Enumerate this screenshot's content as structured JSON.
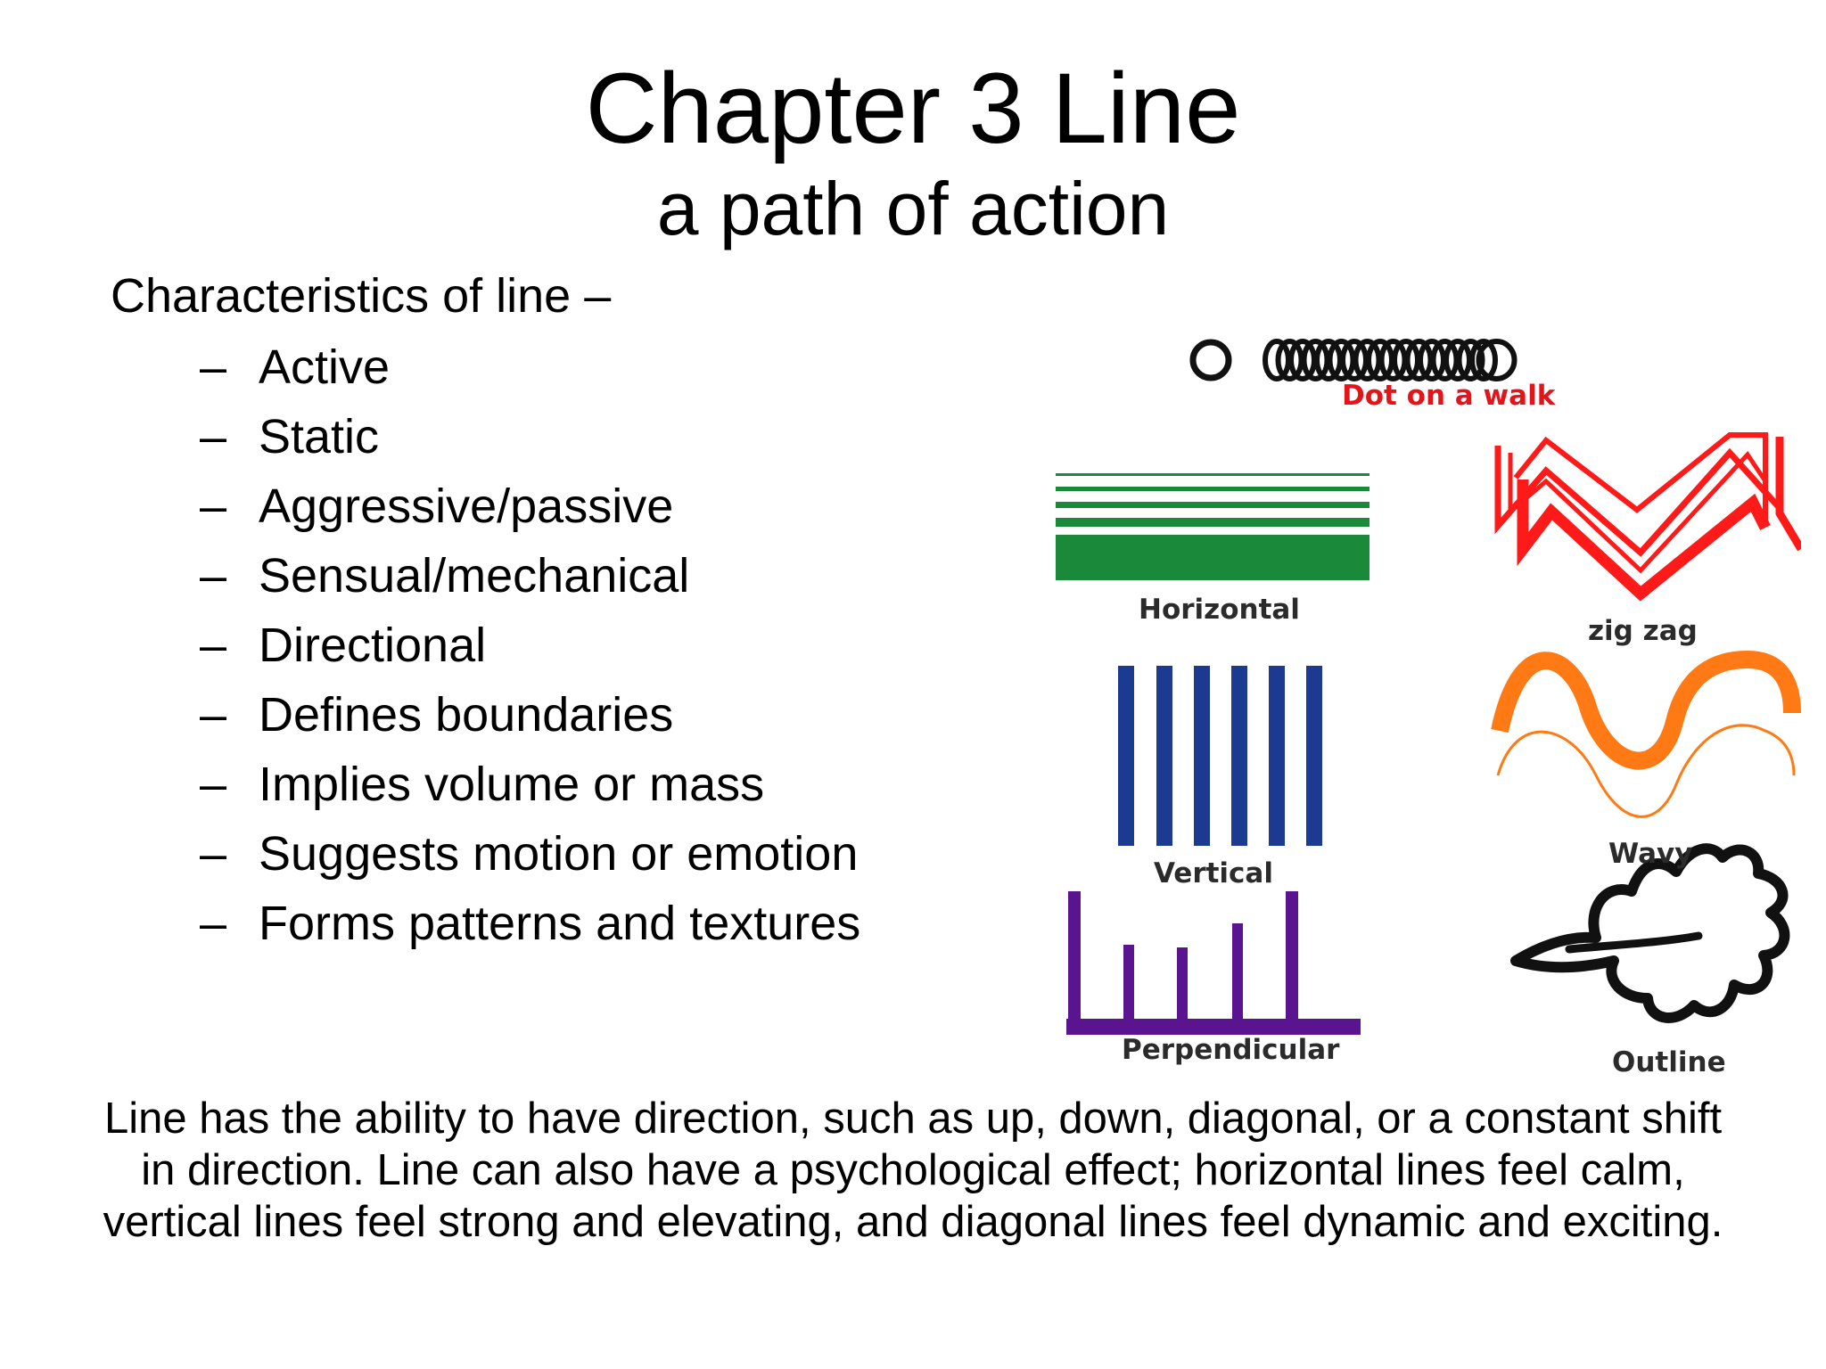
{
  "slide": {
    "title": "Chapter 3 Line",
    "subtitle": "a path of action",
    "intro": "Characteristics of line –",
    "bullet_marker": "–",
    "bullets": [
      "Active",
      "Static",
      "Aggressive/passive",
      "Sensual/mechanical",
      "Directional",
      "Defines boundaries",
      "Implies volume or mass",
      "Suggests motion or emotion",
      "Forms patterns and textures"
    ],
    "footer": "Line has the ability to have direction, such as up, down, diagonal, or a constant shift in direction.  Line can also have a psychological effect; horizontal lines feel calm, vertical lines feel strong and elevating, and diagonal lines feel dynamic and exciting."
  },
  "figure": {
    "labels": {
      "dot": "Dot on a walk",
      "horizontal": "Horizontal",
      "zigzag": "zig zag",
      "vertical": "Vertical",
      "wavy": "Wavy",
      "perpendicular": "Perpendicular",
      "outline": "Outline"
    },
    "colors": {
      "horizontal": "#1a8a3a",
      "zigzag": "#ff1a1a",
      "vertical": "#1c3a8f",
      "wavy": "#ff7a14",
      "perpendicular": "#5a1490",
      "outline": "#111111",
      "dot_label": "#e3151b"
    }
  }
}
